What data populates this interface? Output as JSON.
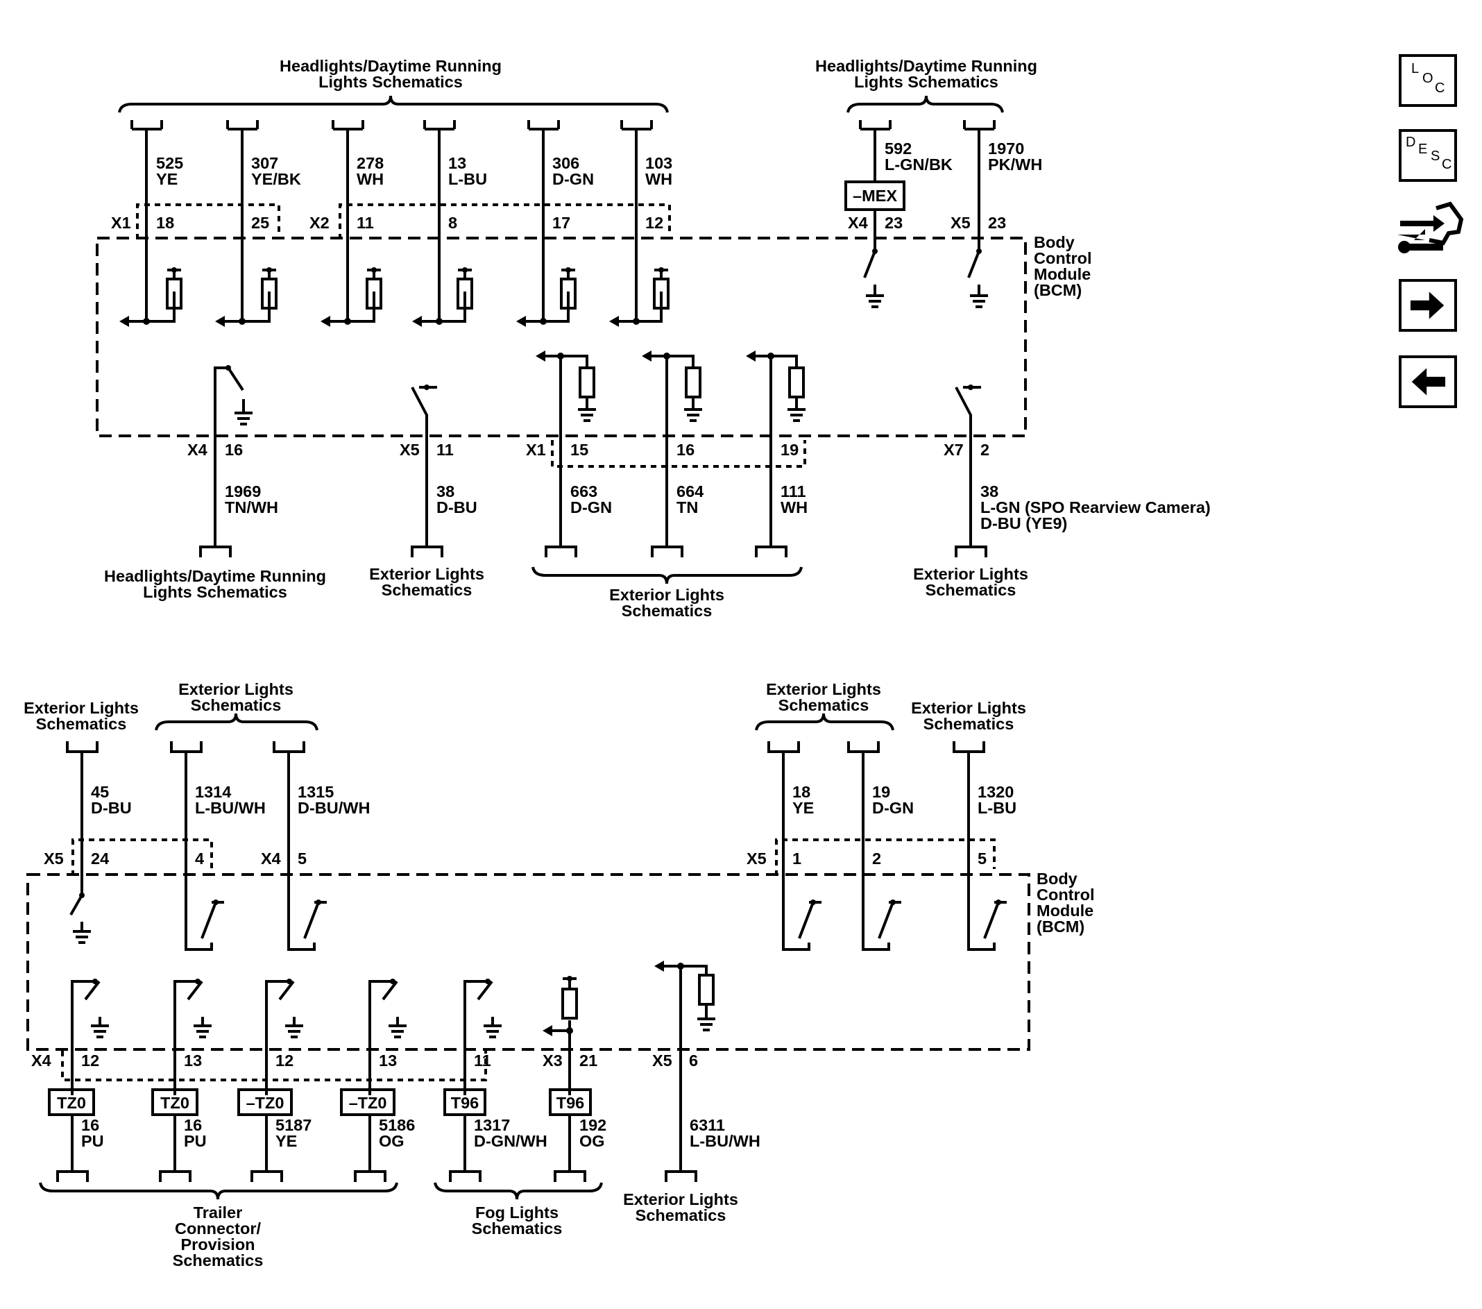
{
  "titles": {
    "hl_top_left": [
      "Headlights/Daytime Running",
      "Lights Schematics"
    ],
    "hl_top_right": [
      "Headlights/Daytime Running",
      "Lights Schematics"
    ],
    "hl_mid_left": [
      "Headlights/Daytime Running",
      "Lights Schematics"
    ],
    "ext_mid_a": [
      "Exterior Lights",
      "Schematics"
    ],
    "ext_mid_b": [
      "Exterior Lights",
      "Schematics"
    ],
    "ext_mid_c": [
      "Exterior Lights",
      "Schematics"
    ],
    "ext_low_a": [
      "Exterior Lights",
      "Schematics"
    ],
    "ext_low_b": [
      "Exterior Lights",
      "Schematics"
    ],
    "ext_low_c": [
      "Exterior Lights",
      "Schematics"
    ],
    "ext_low_d": [
      "Exterior Lights",
      "Schematics"
    ],
    "ext_bottom": [
      "Exterior Lights",
      "Schematics"
    ],
    "trailer": [
      "Trailer",
      "Connector/",
      "Provision",
      "Schematics"
    ],
    "fog": [
      "Fog Lights",
      "Schematics"
    ]
  },
  "bcm_label": [
    "Body",
    "Control",
    "Module",
    "(BCM)"
  ],
  "top_circuits": [
    {
      "num": "525",
      "color": "YE",
      "conn": "X1",
      "pin": "18"
    },
    {
      "num": "307",
      "color": "YE/BK",
      "pin": "25"
    },
    {
      "num": "278",
      "color": "WH",
      "conn": "X2",
      "pin": "11"
    },
    {
      "num": "13",
      "color": "L-BU",
      "pin": "8"
    },
    {
      "num": "306",
      "color": "D-GN",
      "pin": "17"
    },
    {
      "num": "103",
      "color": "WH",
      "pin": "12"
    },
    {
      "num": "592",
      "color": "L-GN/BK",
      "option": "–MEX",
      "conn": "X4",
      "pin": "23"
    },
    {
      "num": "1970",
      "color": "PK/WH",
      "conn": "X5",
      "pin": "23"
    }
  ],
  "mid_circuits": [
    {
      "num": "1969",
      "color": "TN/WH",
      "conn": "X4",
      "pin": "16"
    },
    {
      "num": "38",
      "color": "D-BU",
      "conn": "X5",
      "pin": "11"
    },
    {
      "num": "663",
      "color": "D-GN",
      "conn": "X1",
      "pin": "15"
    },
    {
      "num": "664",
      "color": "TN",
      "pin": "16"
    },
    {
      "num": "111",
      "color": "WH",
      "pin": "19"
    },
    {
      "num": "38",
      "color": "L-GN (SPO Rearview Camera)",
      "color2": "D-BU (YE9)",
      "conn": "X7",
      "pin": "2"
    }
  ],
  "lower_inputs": [
    {
      "num": "45",
      "color": "D-BU",
      "conn": "X5",
      "pin": "24"
    },
    {
      "num": "1314",
      "color": "L-BU/WH",
      "pin": "4"
    },
    {
      "num": "1315",
      "color": "D-BU/WH",
      "conn": "X4",
      "pin": "5"
    },
    {
      "num": "18",
      "color": "YE",
      "conn": "X5",
      "pin": "1"
    },
    {
      "num": "19",
      "color": "D-GN",
      "pin": "2"
    },
    {
      "num": "1320",
      "color": "L-BU",
      "pin": "5"
    }
  ],
  "bottom_outputs": [
    {
      "num": "16",
      "color": "PU",
      "option": "TZ0",
      "conn": "X4",
      "pin": "12"
    },
    {
      "num": "16",
      "color": "PU",
      "option": "TZ0",
      "pin": "13"
    },
    {
      "num": "5187",
      "color": "YE",
      "option": "–TZ0",
      "pin": "12"
    },
    {
      "num": "5186",
      "color": "OG",
      "option": "–TZ0",
      "pin": "13"
    },
    {
      "num": "1317",
      "color": "D-GN/WH",
      "option": "T96",
      "pin": "11"
    },
    {
      "num": "192",
      "color": "OG",
      "option": "T96",
      "conn": "X3",
      "pin": "21"
    },
    {
      "num": "6311",
      "color": "L-BU/WH",
      "conn": "X5",
      "pin": "6"
    }
  ],
  "nav": {
    "loc": [
      "L",
      "O",
      "C"
    ],
    "desc": [
      "D",
      "E",
      "S",
      "C"
    ],
    "icons": [
      "service-info-icon",
      "next-arrow-icon",
      "back-arrow-icon"
    ]
  }
}
